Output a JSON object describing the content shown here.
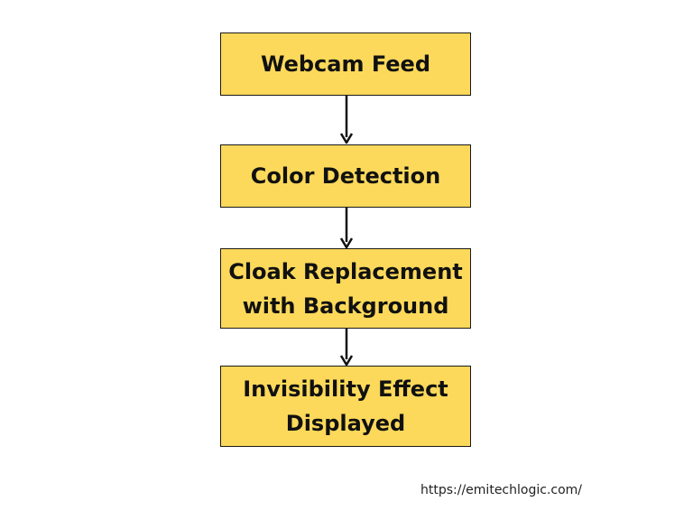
{
  "flowchart": {
    "steps": [
      {
        "label": "Webcam Feed"
      },
      {
        "label": "Color Detection"
      },
      {
        "label": "Cloak Replacement\nwith Background"
      },
      {
        "label": "Invisibility Effect\nDisplayed"
      }
    ],
    "colors": {
      "box_fill": "#fcd95a",
      "box_border": "#1a1a1a",
      "arrow": "#111111"
    }
  },
  "footer": {
    "url": "https://emitechlogic.com/"
  }
}
